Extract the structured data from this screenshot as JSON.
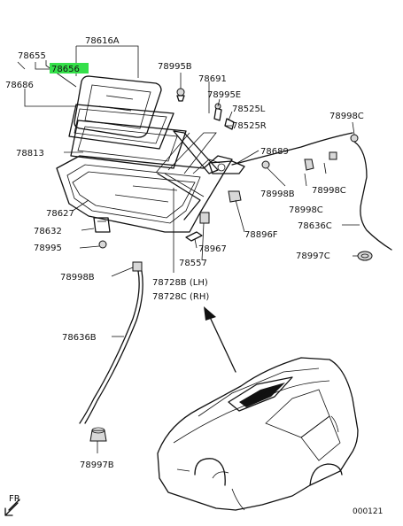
{
  "labels": {
    "p78616A": "78616A",
    "p78655": "78655",
    "p78656": "78656",
    "p78686": "78686",
    "p78995B": "78995B",
    "p78691": "78691",
    "p78995E": "78995E",
    "p78525L": "78525L",
    "p78525R": "78525R",
    "p78998C_top": "78998C",
    "p78813": "78813",
    "p78689": "78689",
    "p78998B_mid": "78998B",
    "p78998C_mid1": "78998C",
    "p78998C_mid2": "78998C",
    "p78627": "78627",
    "p78896F": "78896F",
    "p78636C": "78636C",
    "p78632": "78632",
    "p78995": "78995",
    "p78967": "78967",
    "p78557": "78557",
    "p78997C": "78997C",
    "p78998B_left": "78998B",
    "p78728B": "78728B (LH)",
    "p78728C": "78728C (RH)",
    "p78636B": "78636B",
    "p78997B": "78997B",
    "fr": "FR",
    "drawing_no": "000121"
  },
  "colors": {
    "highlight": "#35e04a",
    "line": "#111111"
  }
}
